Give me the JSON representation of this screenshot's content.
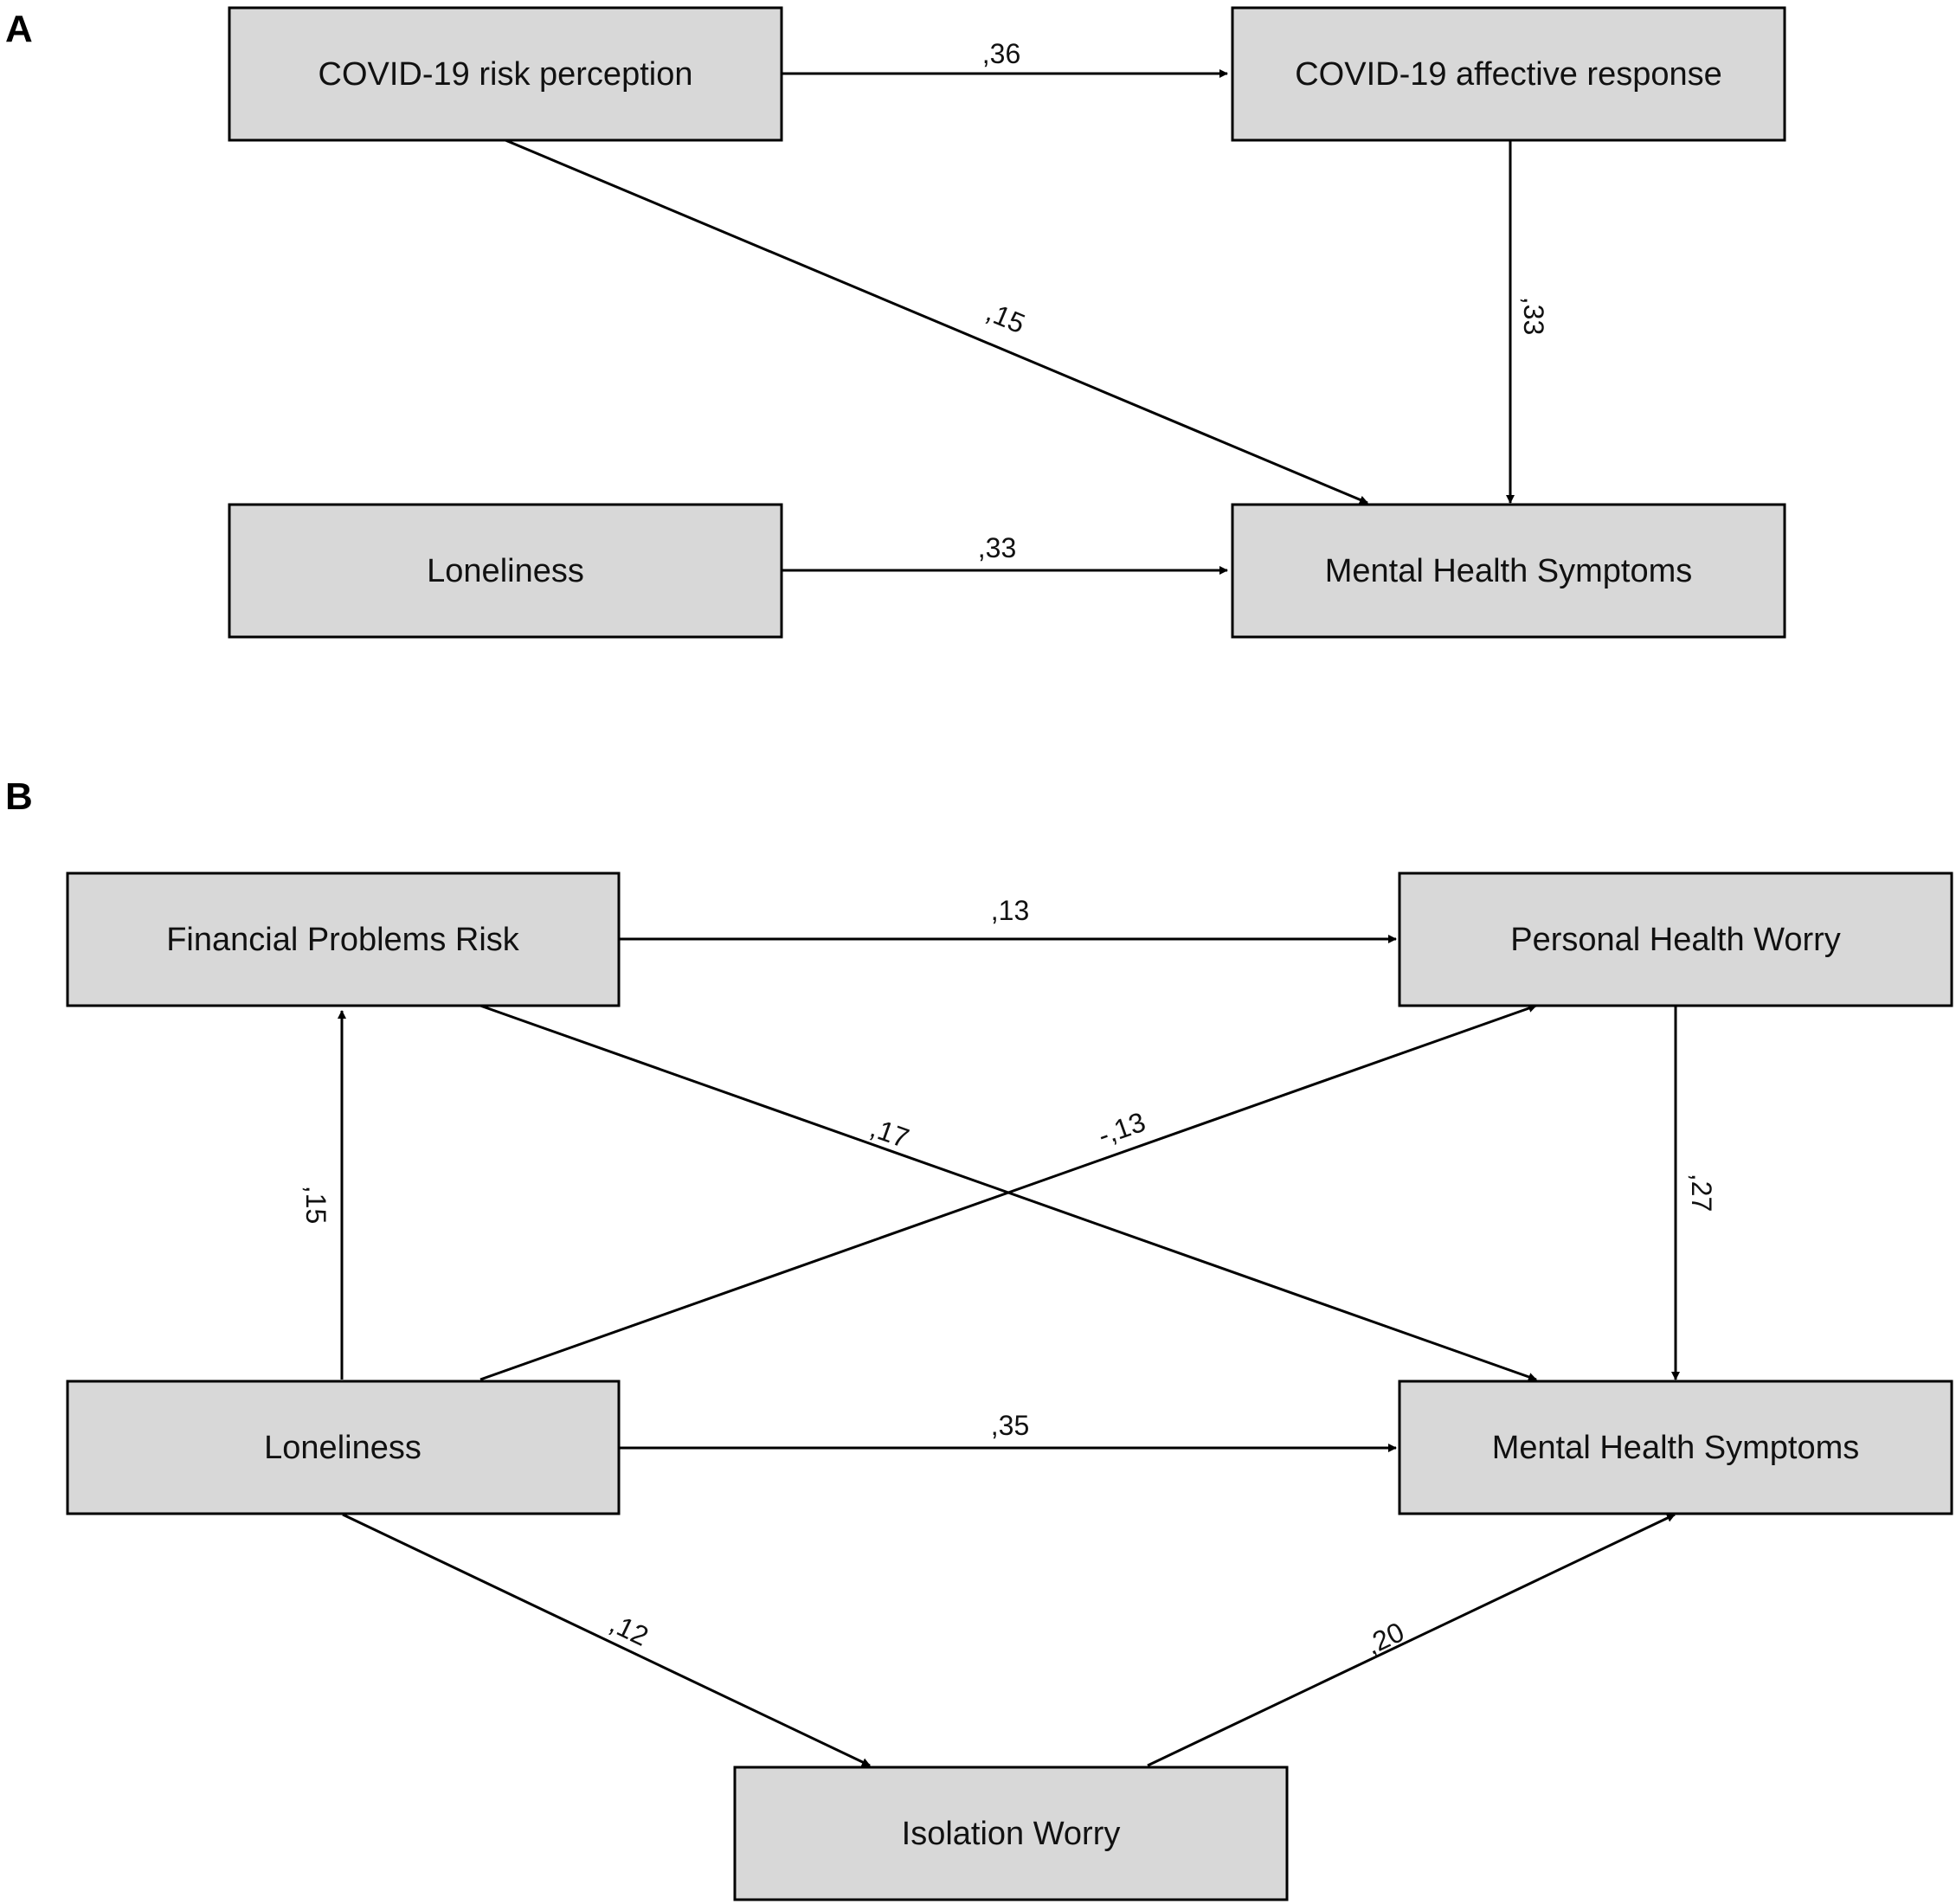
{
  "panels": {
    "A": {
      "label": "A",
      "nodes": {
        "risk": "COVID-19 risk perception",
        "affective": "COVID-19 affective response",
        "loneliness": "Loneliness",
        "mental": "Mental Health Symptoms"
      },
      "edges": {
        "risk_affective": ",36",
        "risk_mental": ",15",
        "affective_mental": ",33",
        "loneliness_mental": ",33"
      }
    },
    "B": {
      "label": "B",
      "nodes": {
        "financial": "Financial Problems Risk",
        "personal": "Personal Health Worry",
        "loneliness": "Loneliness",
        "mental": "Mental Health Symptoms",
        "isolation": "Isolation Worry"
      },
      "edges": {
        "financial_personal": ",13",
        "financial_mental": ",17",
        "loneliness_financial": ",15",
        "loneliness_personal": "-,13",
        "personal_mental": ",27",
        "loneliness_mental": ",35",
        "loneliness_isolation": ",12",
        "isolation_mental": ",20"
      }
    }
  },
  "colors": {
    "box_fill": "#d8d8d8",
    "stroke": "#000000",
    "text": "#111111"
  }
}
